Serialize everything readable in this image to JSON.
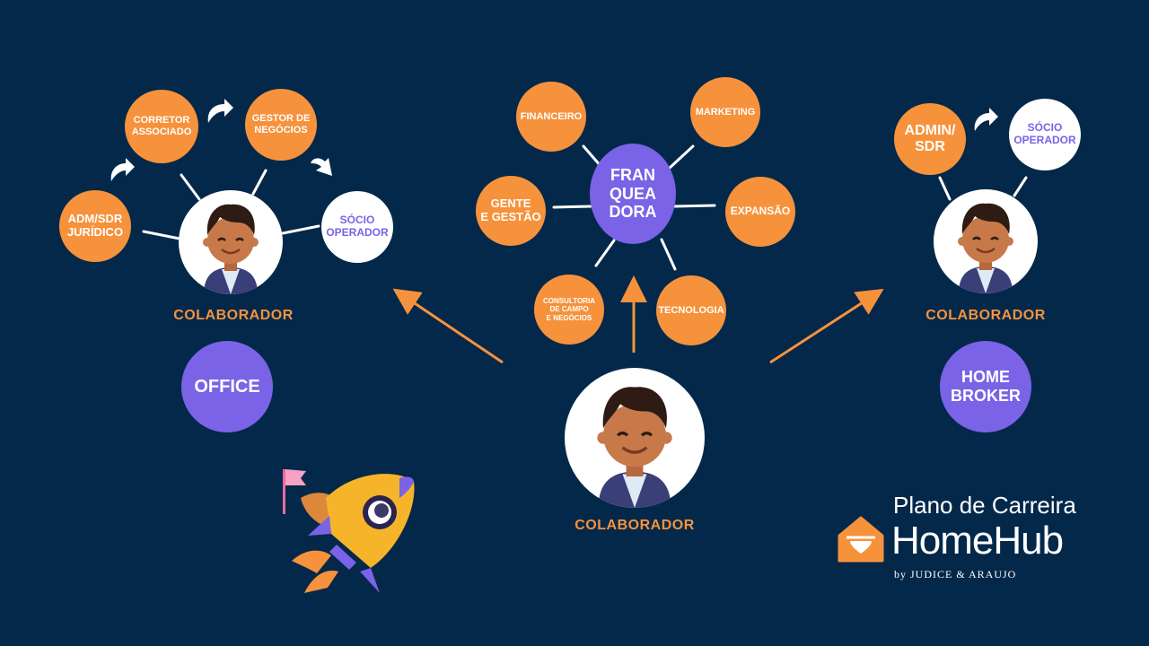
{
  "left_cluster": {
    "nodes": [
      "ADM/SDR\nJURÍDICO",
      "CORRETOR\nASSOCIADO",
      "GESTOR DE\nNEGÓCIOS",
      "SÓCIO\nOPERADOR"
    ],
    "person_label": "COLABORADOR",
    "model": "OFFICE"
  },
  "center_cluster": {
    "hub": "FRAN\nQUEA\nDORA",
    "nodes": [
      "FINANCEIRO",
      "MARKETING",
      "GENTE\nE GESTÃO",
      "EXPANSÃO",
      "CONSULTORIA\nDE CAMPO\nE NEGÓCIOS",
      "TECNOLOGIA"
    ],
    "person_label": "COLABORADOR"
  },
  "right_cluster": {
    "nodes": [
      "ADMIN/\nSDR",
      "SÓCIO\nOPERADOR"
    ],
    "person_label": "COLABORADOR",
    "model": "HOME\nBROKER"
  },
  "brand": {
    "title": "Plano de Carreira",
    "name": "HomeHub",
    "by": "by JUDICE & ARAUJO"
  },
  "colors": {
    "background": "#04284a",
    "orange": "#f6923c",
    "purple": "#7a63e6",
    "white": "#ffffff"
  },
  "icons": [
    "person-avatar-icon",
    "rocket-icon",
    "house-heart-logo-icon",
    "curved-arrow-icon"
  ]
}
